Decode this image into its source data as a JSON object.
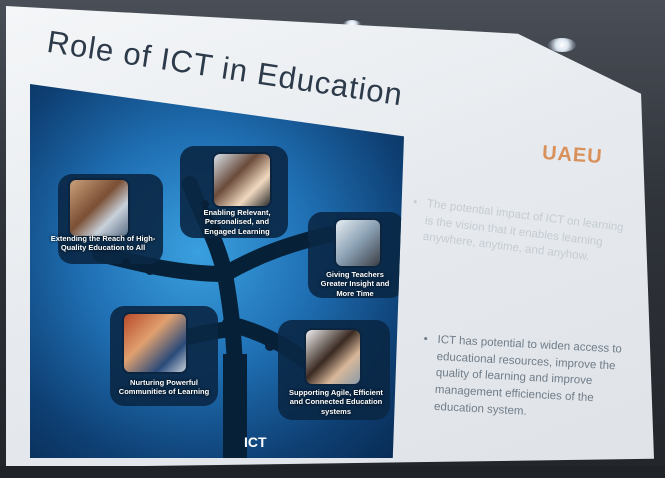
{
  "slide": {
    "title": "Role of ICT in Education",
    "logo": "UAEU",
    "diagram": {
      "center_label": "ICT",
      "branches": [
        {
          "label": "Extending the Reach of High-Quality Education to All"
        },
        {
          "label": "Enabling Relevant, Personalised, and Engaged Learning"
        },
        {
          "label": "Giving Teachers Greater Insight and More Time"
        },
        {
          "label": "Nurturing Powerful Communities of Learning"
        },
        {
          "label": "Supporting Agile, Efficient and Connected Education systems"
        }
      ]
    },
    "bullets": [
      {
        "text": "The potential impact of ICT on learning is the vision that it enables learning anywhere, anytime, and anyhow."
      },
      {
        "text": "ICT has potential to widen access to educational resources, improve the quality of learning and improve management efficiencies of the education system."
      }
    ]
  },
  "colors": {
    "slide_bg": "#e7ebef",
    "panel_blue": "#1f6fb3",
    "logo_orange": "#d9905a",
    "title_text": "#2c3a4a"
  }
}
